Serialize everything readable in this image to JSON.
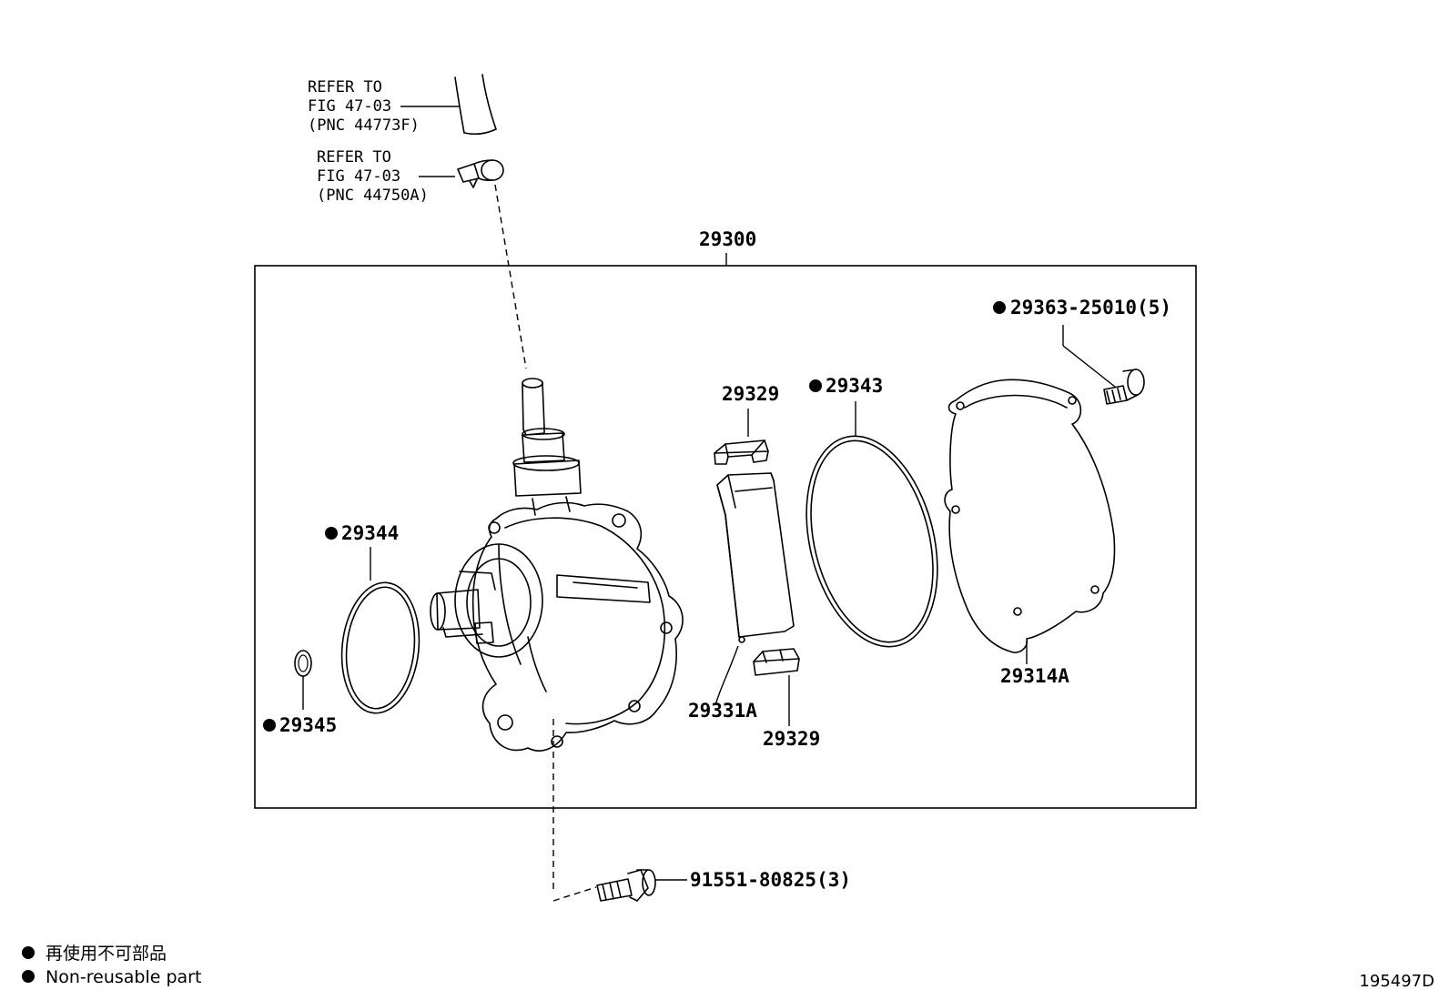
{
  "references": {
    "hose": [
      "REFER TO",
      "FIG 47-03",
      "(PNC 44773F)"
    ],
    "clamp": [
      "REFER TO",
      "FIG 47-03",
      "(PNC 44750A)"
    ]
  },
  "labels": {
    "assembly": "29300",
    "bolt_cover": "29363-25010(5)",
    "ring_large": "29343",
    "vane_top": "29329",
    "vane_bottom": "29329",
    "rotor": "29331A",
    "cover": "29314A",
    "oring_mid": "29344",
    "oring_small": "29345",
    "bolt_mount": "91551-80825(3)"
  },
  "legend": {
    "line_jp": "再使用不可部品",
    "line_en": "Non-reusable part"
  },
  "figure_id": "195497D"
}
